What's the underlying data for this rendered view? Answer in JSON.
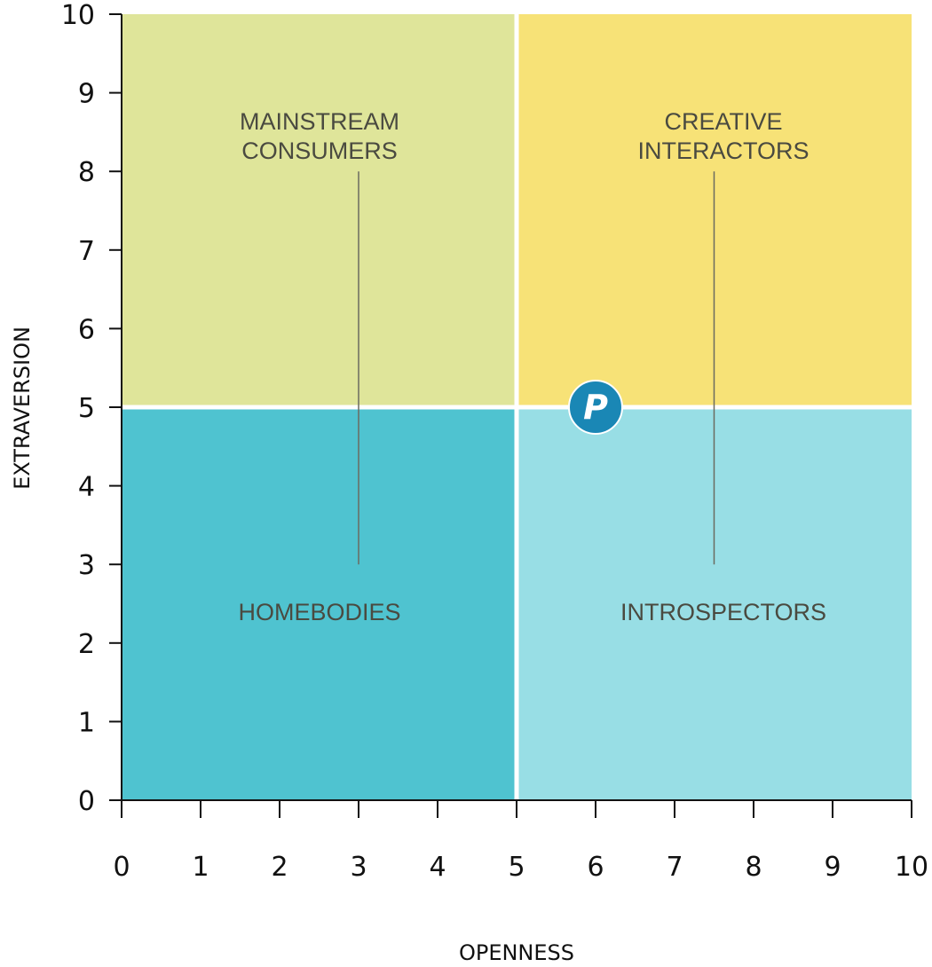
{
  "chart_data": {
    "type": "scatter",
    "title": "",
    "xlabel": "OPENNESS",
    "ylabel": "EXTRAVERSION",
    "xlim": [
      0,
      10
    ],
    "ylim": [
      0,
      10
    ],
    "x_ticks": [
      "0",
      "1",
      "2",
      "3",
      "4",
      "5",
      "6",
      "7",
      "8",
      "9",
      "10"
    ],
    "y_ticks": [
      "0",
      "1",
      "2",
      "3",
      "4",
      "5",
      "6",
      "7",
      "8",
      "9",
      "10"
    ],
    "grid": false,
    "quadrants": [
      {
        "label_lines": [
          "MAINSTREAM",
          "CONSUMERS"
        ],
        "x_range": [
          0,
          5
        ],
        "y_range": [
          5,
          10
        ],
        "color": "#dfe59a"
      },
      {
        "label_lines": [
          "CREATIVE",
          "INTERACTORS"
        ],
        "x_range": [
          5,
          10
        ],
        "y_range": [
          5,
          10
        ],
        "color": "#f7e277"
      },
      {
        "label_lines": [
          "HOMEBODIES"
        ],
        "x_range": [
          0,
          5
        ],
        "y_range": [
          0,
          5
        ],
        "color": "#4fc3d0"
      },
      {
        "label_lines": [
          "INTROSPECTORS"
        ],
        "x_range": [
          5,
          10
        ],
        "y_range": [
          0,
          5
        ],
        "color": "#98dee5"
      }
    ],
    "connector_lines": [
      {
        "x": 3,
        "y_from": 3,
        "y_to": 8
      },
      {
        "x": 7.5,
        "y_from": 3,
        "y_to": 8
      }
    ],
    "points": [
      {
        "x": 6,
        "y": 5,
        "marker": "P",
        "color": "#1a87b5"
      }
    ]
  }
}
